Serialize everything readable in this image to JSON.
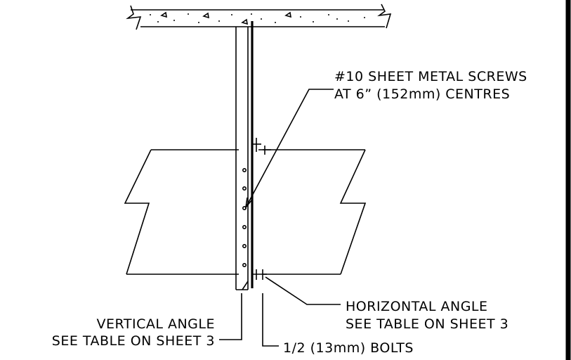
{
  "labels": {
    "screws_line1": "#10 SHEET METAL SCREWS",
    "screws_line2": "AT 6” (152mm) CENTRES",
    "horizontal_line1": "HORIZONTAL ANGLE",
    "horizontal_line2": "SEE TABLE ON SHEET 3",
    "vertical_line1": "VERTICAL ANGLE",
    "vertical_line2": "SEE TABLE ON SHEET 3",
    "bolts": "1/2 (13mm) BOLTS"
  }
}
